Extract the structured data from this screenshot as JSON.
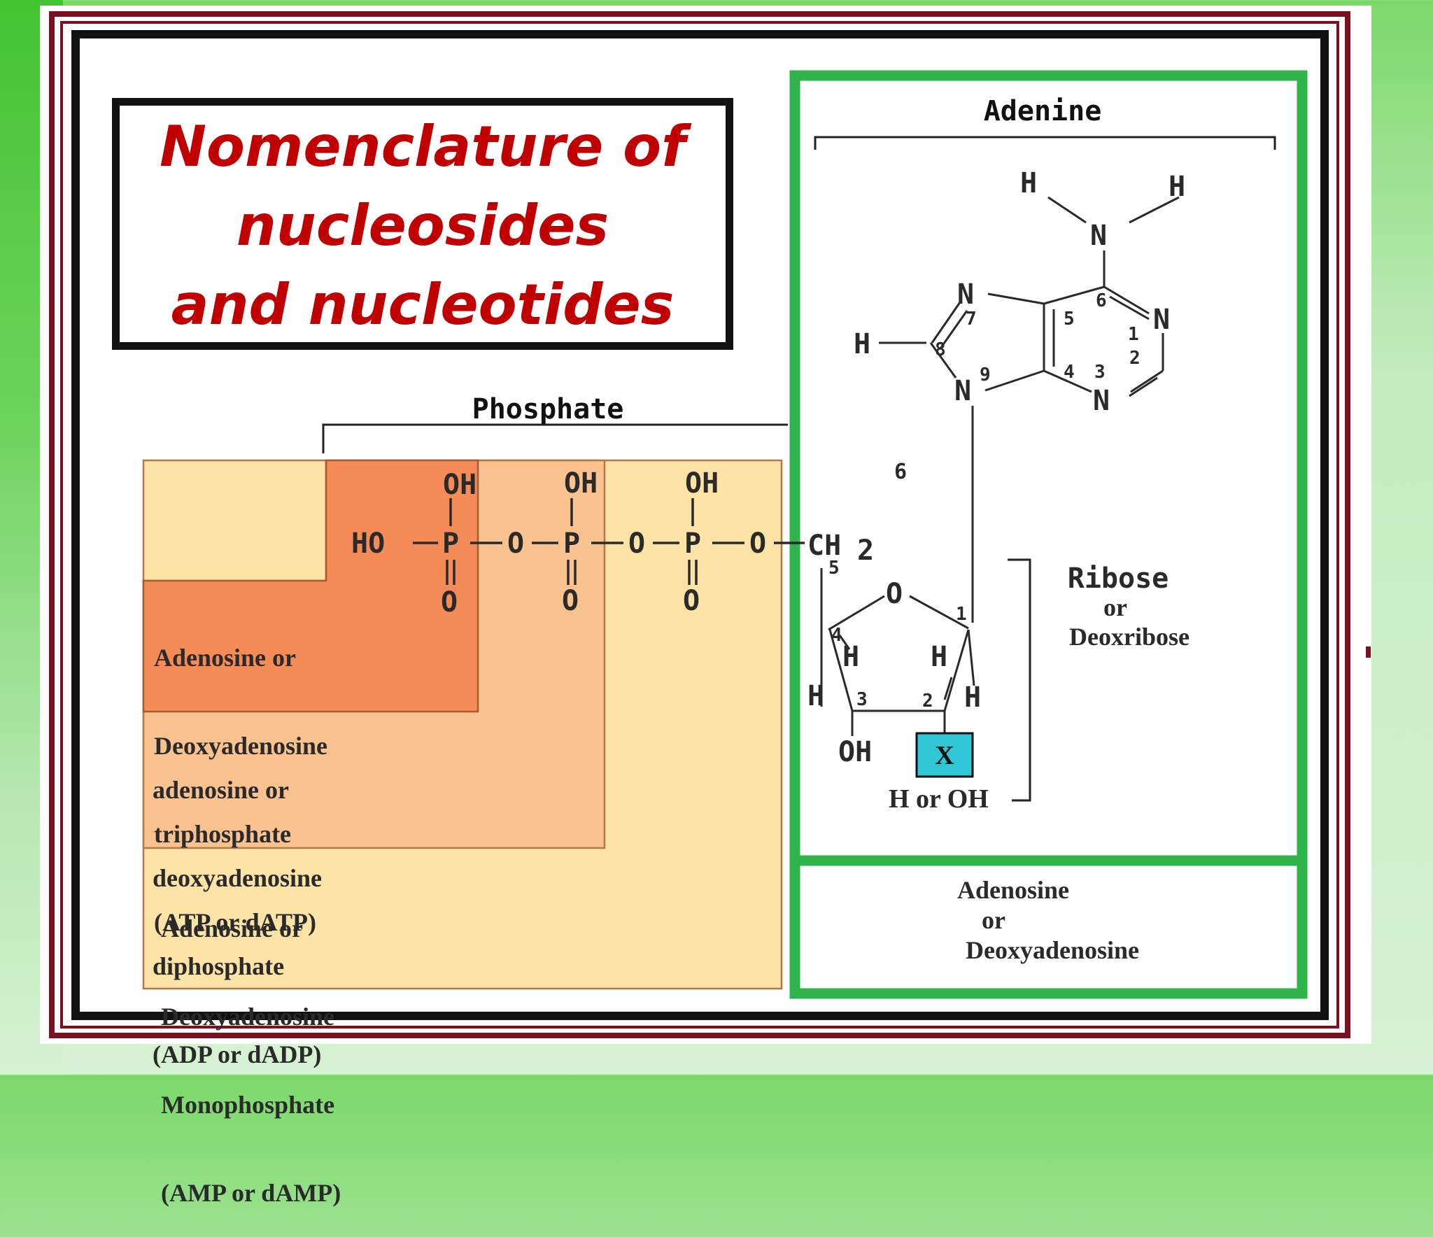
{
  "title": {
    "line1": "Nomenclature of",
    "line2": "nucleosides",
    "line3": "and nucleotides"
  },
  "diagram": {
    "adenine_label": "Adenine",
    "phosphate_label": "Phosphate",
    "phosphate_chain": {
      "ho": "HO",
      "oh": "OH",
      "p": "P",
      "o": "O",
      "ch2": "CH",
      "ch2_sub": "2"
    },
    "adenine_atoms": {
      "h": "H",
      "n": "N",
      "ring_numbers": [
        "1",
        "2",
        "3",
        "4",
        "5",
        "6",
        "7",
        "8",
        "9"
      ]
    },
    "ribose_atoms": {
      "o": "O",
      "h": "H",
      "oh": "OH",
      "x": "X",
      "h_or_oh": "H or OH",
      "carbon_numbers": [
        "1",
        "2",
        "3",
        "4",
        "5"
      ]
    },
    "stray_number": "6",
    "ribose_label": {
      "line1": "Ribose",
      "line2": "or",
      "line3": "Deoxribose"
    },
    "nucleoside_label": {
      "line1": "Adenosine",
      "line2": "or",
      "line3": "Deoxyadenosine"
    },
    "triphosphate_label": {
      "line1": "Adenosine or",
      "line2": "Deoxyadenosine",
      "line3": "triphosphate",
      "line4": "(ATP or dATP)"
    },
    "diphosphate_label": {
      "line1": "adenosine or",
      "line2": "deoxyadenosine",
      "line3": "diphosphate",
      "line4": "(ADP or dADP)"
    },
    "monophosphate_label": {
      "line1": "Adenosine or",
      "line2": "Deoxyadenosine",
      "line3": "Monophosphate",
      "line4": "(AMP or dAMP)"
    }
  }
}
